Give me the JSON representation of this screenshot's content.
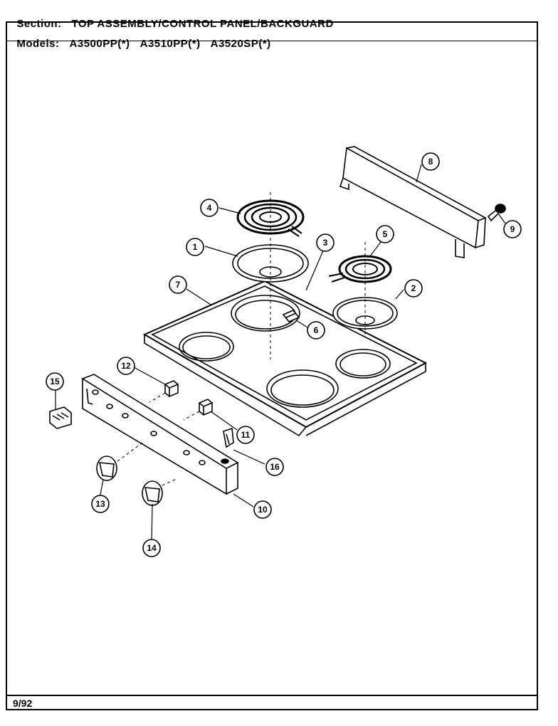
{
  "header": {
    "section_label": "Section:",
    "section_title": "TOP ASSEMBLY/CONTROL PANEL/BACKGUARD",
    "models_label": "Models:",
    "models": [
      "A3500PP(*)",
      "A3510PP(*)",
      "A3520SP(*)"
    ]
  },
  "callouts": [
    "1",
    "2",
    "3",
    "4",
    "5",
    "6",
    "7",
    "8",
    "9",
    "10",
    "11",
    "12",
    "13",
    "14",
    "15",
    "16"
  ],
  "footer": {
    "date": "9/92"
  }
}
